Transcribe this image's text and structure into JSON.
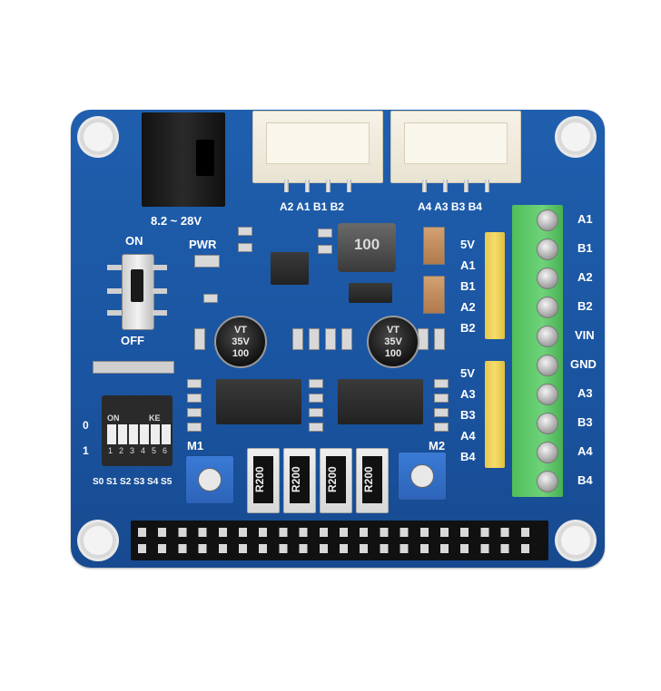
{
  "board": {
    "power_input_label": "8.2 ~ 28V",
    "switch_on_label": "ON",
    "switch_off_label": "OFF",
    "pwr_label": "PWR",
    "motor1_connector_pins": "A2 A1 B1 B2",
    "motor2_connector_pins": "A4 A3 B3 B4",
    "motor1_label": "M1",
    "motor2_label": "M2",
    "header1_labels": [
      "5V",
      "A1",
      "B1",
      "A2",
      "B2"
    ],
    "header2_labels": [
      "5V",
      "A3",
      "B3",
      "A4",
      "B4"
    ],
    "terminal_labels": [
      "A1",
      "B1",
      "A2",
      "B2",
      "VIN",
      "GND",
      "A3",
      "B3",
      "A4",
      "B4"
    ],
    "dip": {
      "row0": "0",
      "row1": "1",
      "on_text": "ON",
      "ke_text": "KE",
      "numbers": [
        "1",
        "2",
        "3",
        "4",
        "5",
        "6"
      ],
      "select_labels": "S0 S1 S2 S3 S4 S5"
    },
    "inductor_marking": "100",
    "cap1": {
      "value": "100",
      "voltage": "35V",
      "series": "VT"
    },
    "cap2": {
      "value": "100",
      "voltage": "35V",
      "series": "VT"
    },
    "resistors": [
      "R200",
      "R200",
      "R200",
      "R200"
    ]
  }
}
